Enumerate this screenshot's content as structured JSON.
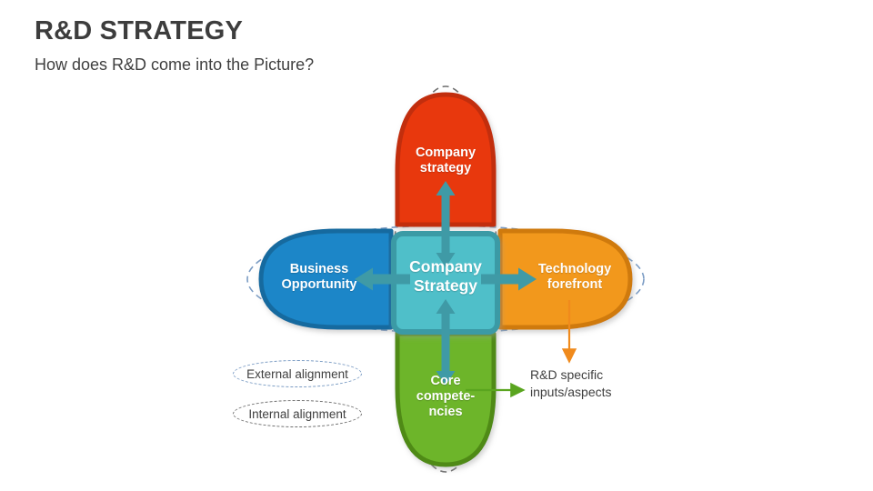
{
  "header": {
    "title": "R&D STRATEGY",
    "subtitle": "How does R&D come into the Picture?"
  },
  "diagram": {
    "center": {
      "label_line1": "Company",
      "label_line2": "Strategy",
      "color": "#4fbfc9",
      "border_color": "#3a9aa5"
    },
    "petals": [
      {
        "name": "company-strategy",
        "position": "top",
        "label_line1": "Company",
        "label_line2": "strategy",
        "color": "#e8380d",
        "border_color": "#b92b08"
      },
      {
        "name": "business-opportunity",
        "position": "left",
        "label_line1": "Business",
        "label_line2": "Opportunity",
        "color": "#1b86c8",
        "border_color": "#146a9f"
      },
      {
        "name": "technology-forefront",
        "position": "right",
        "label_line1": "Technology",
        "label_line2": "forefront",
        "color": "#f2981f",
        "border_color": "#cf7a0c"
      },
      {
        "name": "core-competencies",
        "position": "bottom",
        "label_line1": "Core",
        "label_line2": "compete-",
        "label_line3": "ncies",
        "color": "#6db52b",
        "border_color": "#4f8a17"
      }
    ],
    "arrow_color": "#3f9aa6"
  },
  "legend": [
    {
      "name": "external-alignment",
      "label": "External alignment",
      "border_color": "#7b9cc4"
    },
    {
      "name": "internal-alignment",
      "label": "Internal alignment",
      "border_color": "#6f6f6f"
    }
  ],
  "annotation": {
    "line1": "R&D specific",
    "line2": "inputs/aspects",
    "orange_connector_color": "#f08a1c",
    "green_connector_color": "#5aa game"
  },
  "connectors": {
    "orange_color": "#f08a1c",
    "green_color": "#5aa51f"
  }
}
